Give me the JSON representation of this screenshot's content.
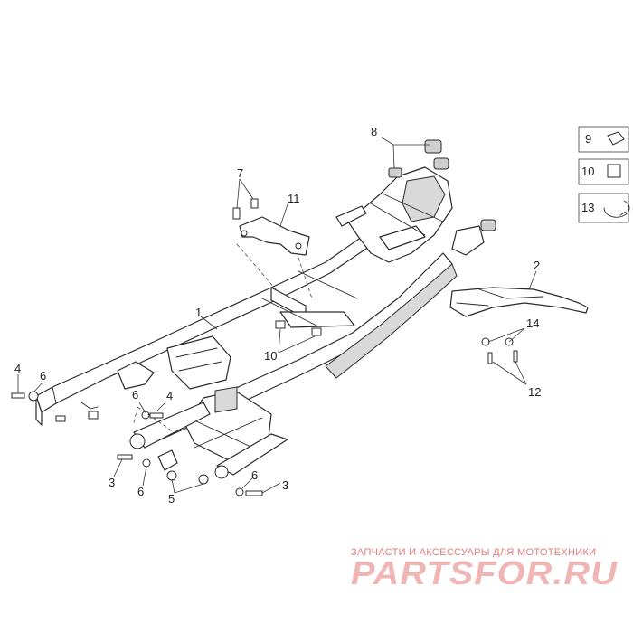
{
  "callouts": {
    "c1": "1",
    "c2": "2",
    "c3a": "3",
    "c3b": "3",
    "c4a": "4",
    "c4b": "4",
    "c5": "5",
    "c6a": "6",
    "c6b": "6",
    "c6c": "6",
    "c6d": "6",
    "c7": "7",
    "c8": "8",
    "c9": "9",
    "c10a": "10",
    "c10b": "10",
    "c11": "11",
    "c12": "12",
    "c13": "13",
    "c14": "14"
  },
  "watermark": {
    "tagline": "ЗАПЧАСТИ И АКСЕССУАРЫ ДЛЯ МОТОТЕХНИКИ",
    "logo": "PARTSFOR.RU"
  },
  "colors": {
    "line": "#2a2a2a",
    "watermark": "#e8a0a0"
  }
}
